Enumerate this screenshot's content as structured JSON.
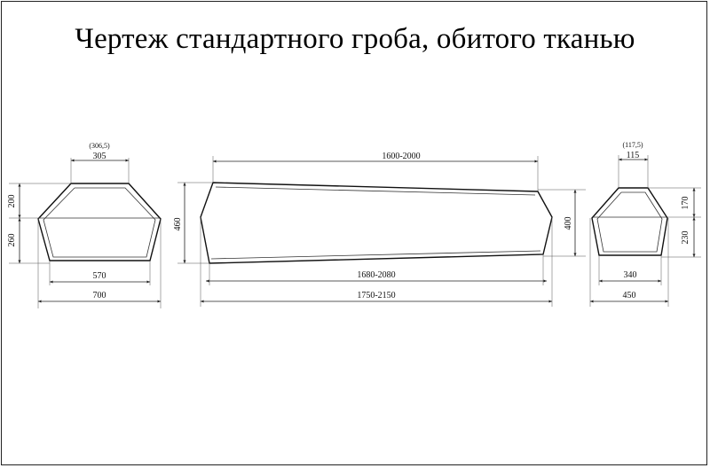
{
  "title": "Чертеж стандартного гроба, обитого тканью",
  "left_view": {
    "top_width_note": "(306,5)",
    "top_width": "305",
    "upper_height": "200",
    "lower_height": "260",
    "bottom_inner_width": "570",
    "full_width": "700"
  },
  "side_view": {
    "top_length": "1600-2000",
    "height": "460",
    "end_height": "400",
    "bottom_inner_length": "1680-2080",
    "full_length": "1750-2150"
  },
  "right_view": {
    "top_width_note": "(117,5)",
    "top_width": "115",
    "upper_height": "170",
    "lower_height": "230",
    "bottom_inner_width": "340",
    "full_width": "450"
  }
}
